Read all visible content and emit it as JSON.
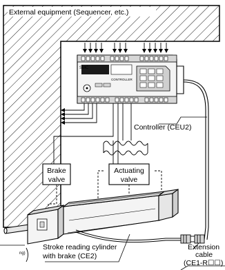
{
  "labels": {
    "external_equipment": "External equipment (Sequencer, etc.)",
    "controller": "Controller (CEU2)",
    "brake_valve_line1": "Brake",
    "brake_valve_line2": "valve",
    "actuating_valve_line1": "Actuating",
    "actuating_valve_line2": "valve",
    "cylinder_line1": "Stroke reading cylinder",
    "cylinder_line2": "with brake (CE2)",
    "extension_line1": "Extension",
    "extension_line2": "cable",
    "extension_model": "(CE1-R☐☐)",
    "cut_off_text": "ng)"
  },
  "controller_panel": {
    "title": "CONTROLLER",
    "brand": "SMC"
  },
  "colors": {
    "line": "#000000",
    "device_fill": "#f4f4f4",
    "device_shade": "#d6d6d6",
    "display": "#1a1a1a",
    "background": "#ffffff"
  }
}
